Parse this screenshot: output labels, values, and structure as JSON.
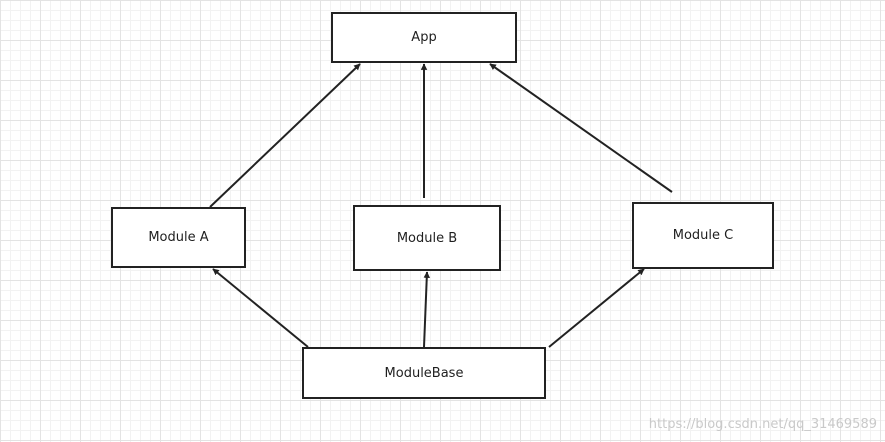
{
  "diagram": {
    "nodes": {
      "app": "App",
      "module_a": "Module A",
      "module_b": "Module B",
      "module_c": "Module C",
      "module_base": "ModuleBase"
    },
    "edges": [
      {
        "from": "Module A",
        "to": "App"
      },
      {
        "from": "Module B",
        "to": "App"
      },
      {
        "from": "Module C",
        "to": "App"
      },
      {
        "from": "ModuleBase",
        "to": "Module A"
      },
      {
        "from": "ModuleBase",
        "to": "Module B"
      },
      {
        "from": "ModuleBase",
        "to": "Module C"
      }
    ]
  },
  "watermark": "https://blog.csdn.net/qq_31469589",
  "colors": {
    "stroke": "#222222",
    "grid": "#e3e3e3",
    "background": "#ffffff"
  }
}
